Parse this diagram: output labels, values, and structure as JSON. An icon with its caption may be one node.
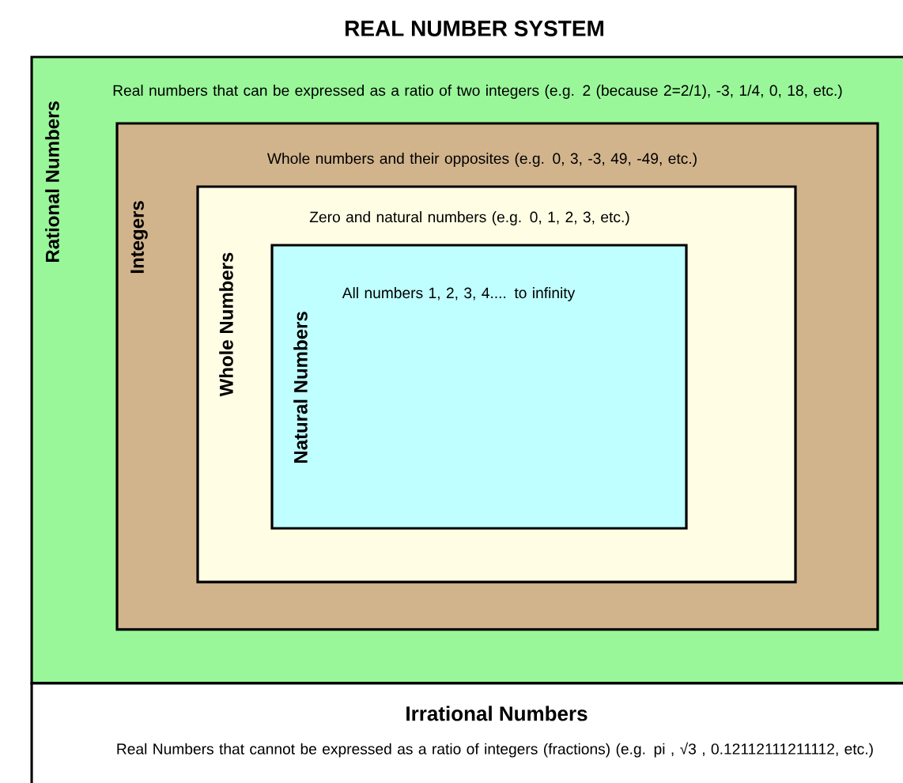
{
  "diagram": {
    "title": "REAL NUMBER SYSTEM",
    "nodes": [
      {
        "text": [
          "Rational Numbers",
          "Real numbers that can be expressed as a ratio of two integers (e.g. 2 (because 2=2/1), -3, 1/4, 0, 18, etc.)"
        ]
      },
      {
        "text": [
          "Integers",
          "Whole numbers and their opposites (e.g. 0, 3, -3, 49, -49, etc.)"
        ],
        "in": 0
      },
      {
        "text": [
          "Whole Numbers",
          "Zero and natural numbers (e.g. 0, 1, 2, 3, etc.)"
        ],
        "in": 1
      },
      {
        "text": [
          "Natural Numbers",
          "All numbers 1, 2, 3, 4.... to infinity"
        ],
        "in": 2
      },
      {
        "text": [
          "Irrational Numbers",
          "Real Numbers that cannot be expressed as a ratio of integers (fractions) (e.g. pi , √3 , 0.12112111211112, etc.)"
        ]
      }
    ]
  }
}
